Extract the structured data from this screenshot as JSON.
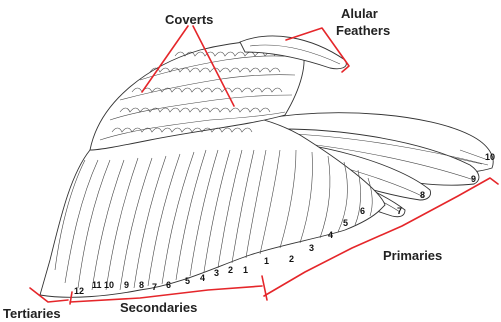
{
  "labels": {
    "coverts": "Coverts",
    "alular_line1": "Alular",
    "alular_line2": "Feathers",
    "primaries": "Primaries",
    "secondaries": "Secondaries",
    "tertiaries": "Tertiaries"
  },
  "primary_numbers": [
    "1",
    "2",
    "3",
    "4",
    "5",
    "6",
    "7",
    "8",
    "9",
    "10"
  ],
  "secondary_numbers": [
    "1",
    "2",
    "3",
    "4",
    "5",
    "6",
    "7",
    "8",
    "9",
    "10",
    "11",
    "12"
  ],
  "colors": {
    "bracket": "#e5262a",
    "outline": "#333333",
    "fill": "#ffffff"
  }
}
